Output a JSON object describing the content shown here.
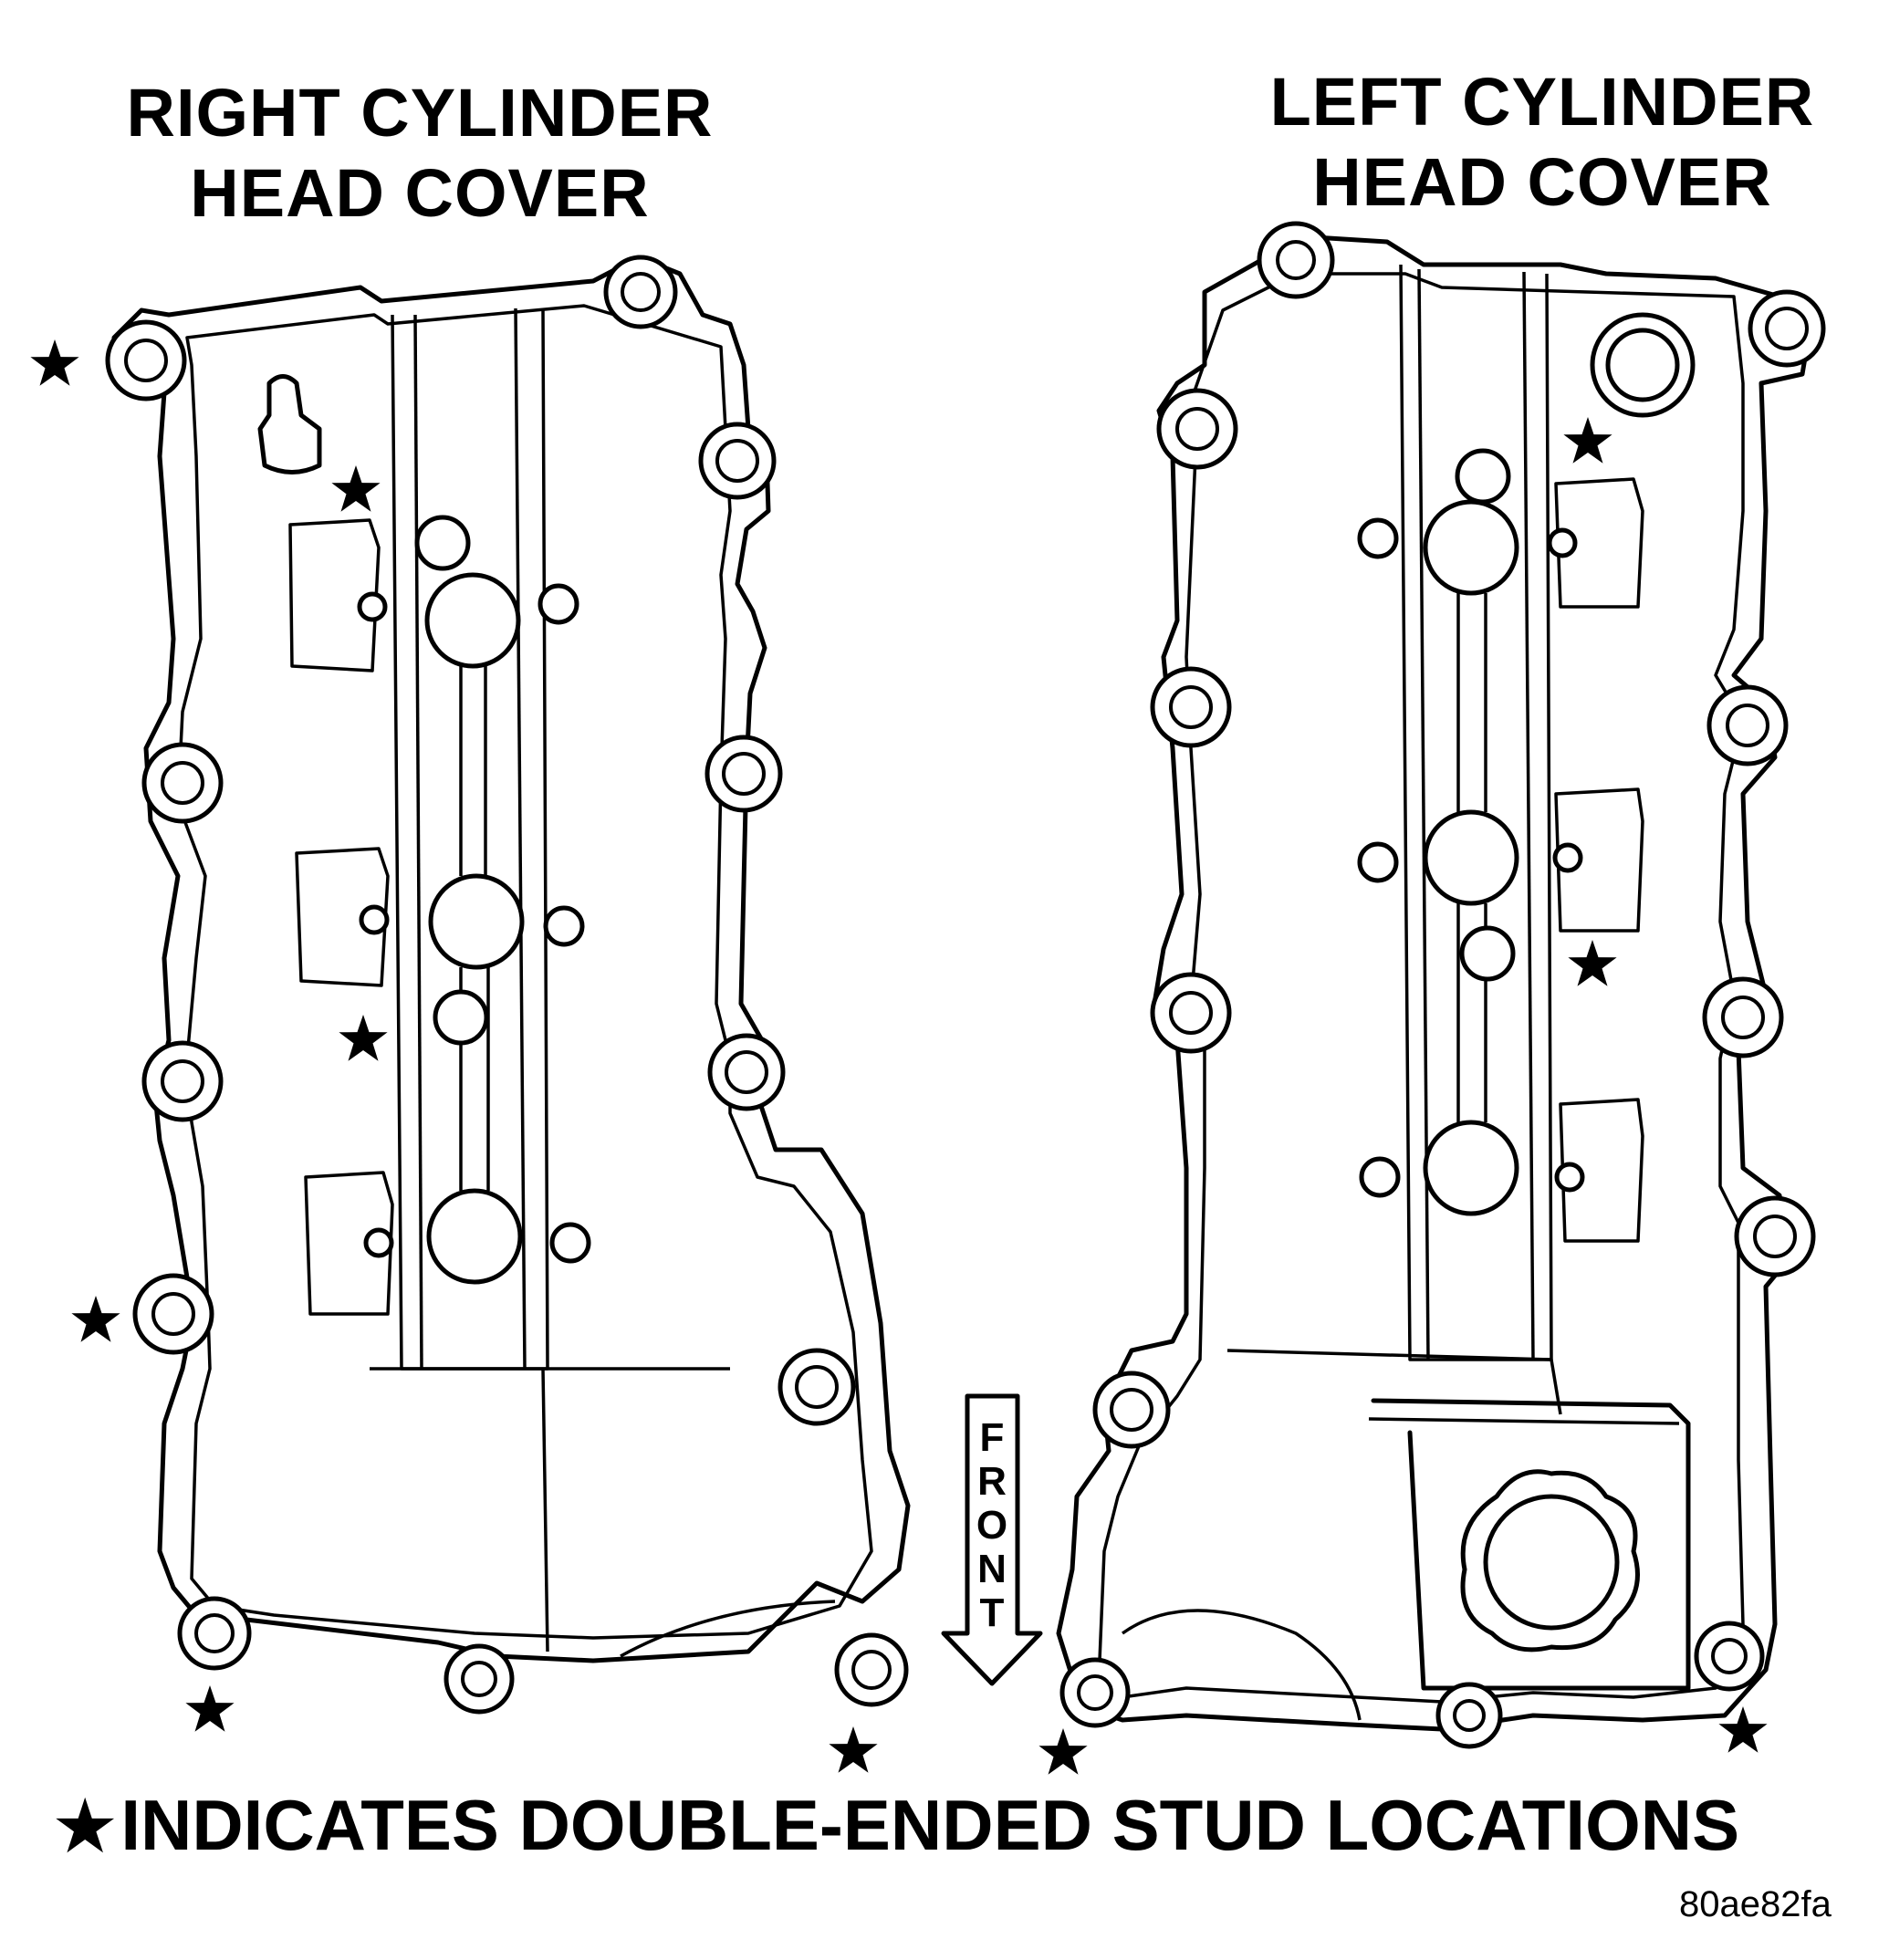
{
  "labels": {
    "right_cover": "RIGHT CYLINDER\nHEAD COVER",
    "left_cover": "LEFT CYLINDER\nHEAD COVER",
    "front": "FRONT",
    "legend": "INDICATES DOUBLE-ENDED STUD LOCATIONS",
    "legend_symbol": "★",
    "figure_code": "80ae82fa"
  },
  "icons": {
    "stud_marker": "star-icon",
    "front_arrow": "arrow-down-icon"
  },
  "colors": {
    "ink": "#000000",
    "paper": "#ffffff"
  }
}
